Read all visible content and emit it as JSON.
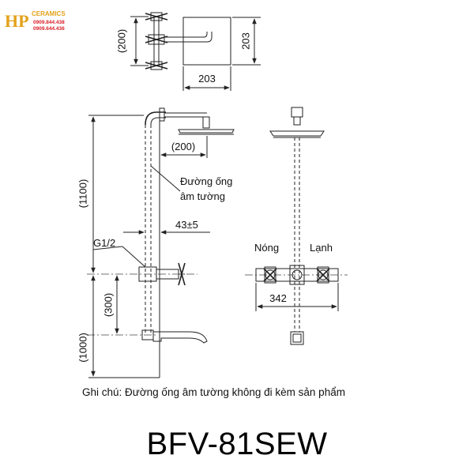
{
  "logo": {
    "mark": "HP",
    "brand": "CERAMICS",
    "phone_1": "0909.844.438",
    "phone_2": "0909.644.436"
  },
  "dimensions": {
    "top_height_paren": "(200)",
    "top_right_height": "203",
    "top_width": "203",
    "arm_offset": "(200)",
    "wall_depth": "43±5",
    "upper_height": "(1100)",
    "mixer_to_spout": "(300)",
    "floor_to_spout": "(1000)",
    "valve_spacing": "342"
  },
  "labels": {
    "pipe_line_1": "Đường ống",
    "pipe_line_2": "âm tường",
    "thread": "G1/2",
    "hot": "Nóng",
    "cold": "Lạnh"
  },
  "note": "Ghi chú: Đường ống âm tường không đi kèm sản phẩm",
  "model": "BFV-81SEW"
}
